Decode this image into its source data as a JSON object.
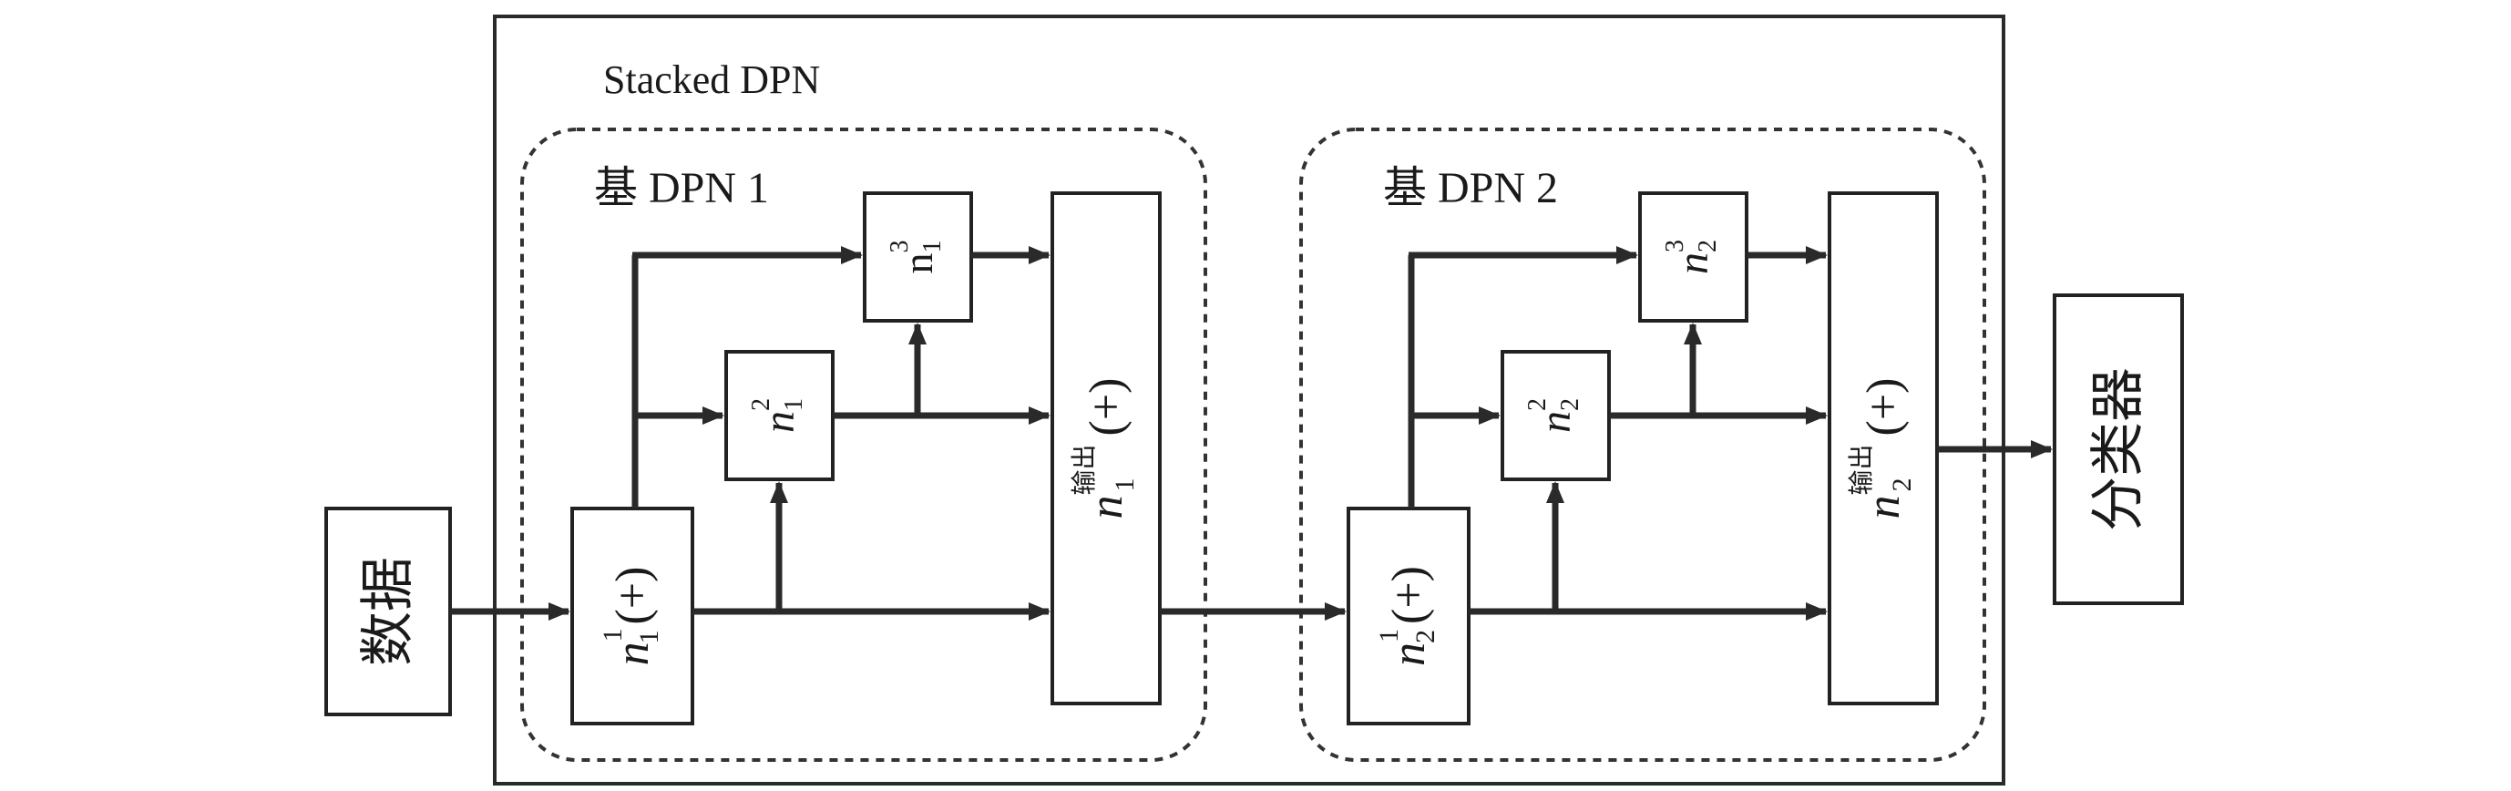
{
  "diagram": {
    "stacked_label": "Stacked DPN",
    "data_label": "数据",
    "classifier_label": "分类器",
    "base1": {
      "title": "基 DPN 1",
      "node1": {
        "n": "n",
        "sup": "1",
        "sub": "1",
        "op": "(+)"
      },
      "node2": {
        "n": "n",
        "sup": "2",
        "sub": "1"
      },
      "node3": {
        "n": "n",
        "sup": "3",
        "sub": "1"
      },
      "out": {
        "n": "n",
        "sup": "输出",
        "sub": "1",
        "op": "(+)"
      }
    },
    "base2": {
      "title": "基 DPN 2",
      "node1": {
        "n": "n",
        "sup": "1",
        "sub": "2",
        "op": "(+)"
      },
      "node2": {
        "n": "n",
        "sup": "2",
        "sub": "2"
      },
      "node3": {
        "n": "n",
        "sup": "3",
        "sub": "2"
      },
      "out": {
        "n": "n",
        "sup": "输出",
        "sub": "2",
        "op": "(+)"
      }
    }
  }
}
